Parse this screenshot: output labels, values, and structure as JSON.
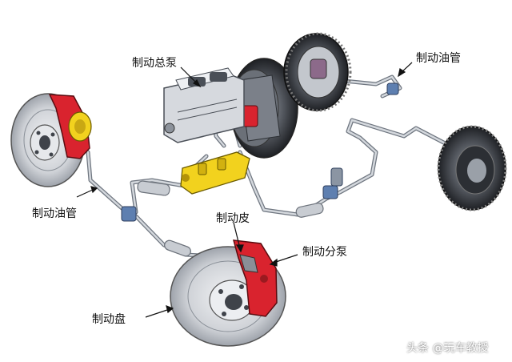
{
  "labels": {
    "master_cylinder": "制动总泵",
    "brake_line_top_right": "制动油管",
    "brake_line_left": "制动油管",
    "brake_pad": "制动皮",
    "caliper": "制动分泵",
    "rotor": "制动盘"
  },
  "watermark": "头条 @玩车教授",
  "colors": {
    "caliper_red": "#d9232e",
    "pipe_silver": "#b9bec6",
    "valve_yellow": "#f2d21e",
    "rotor_grey": "#c9ccd1",
    "drum_dark": "#3a3d42"
  }
}
